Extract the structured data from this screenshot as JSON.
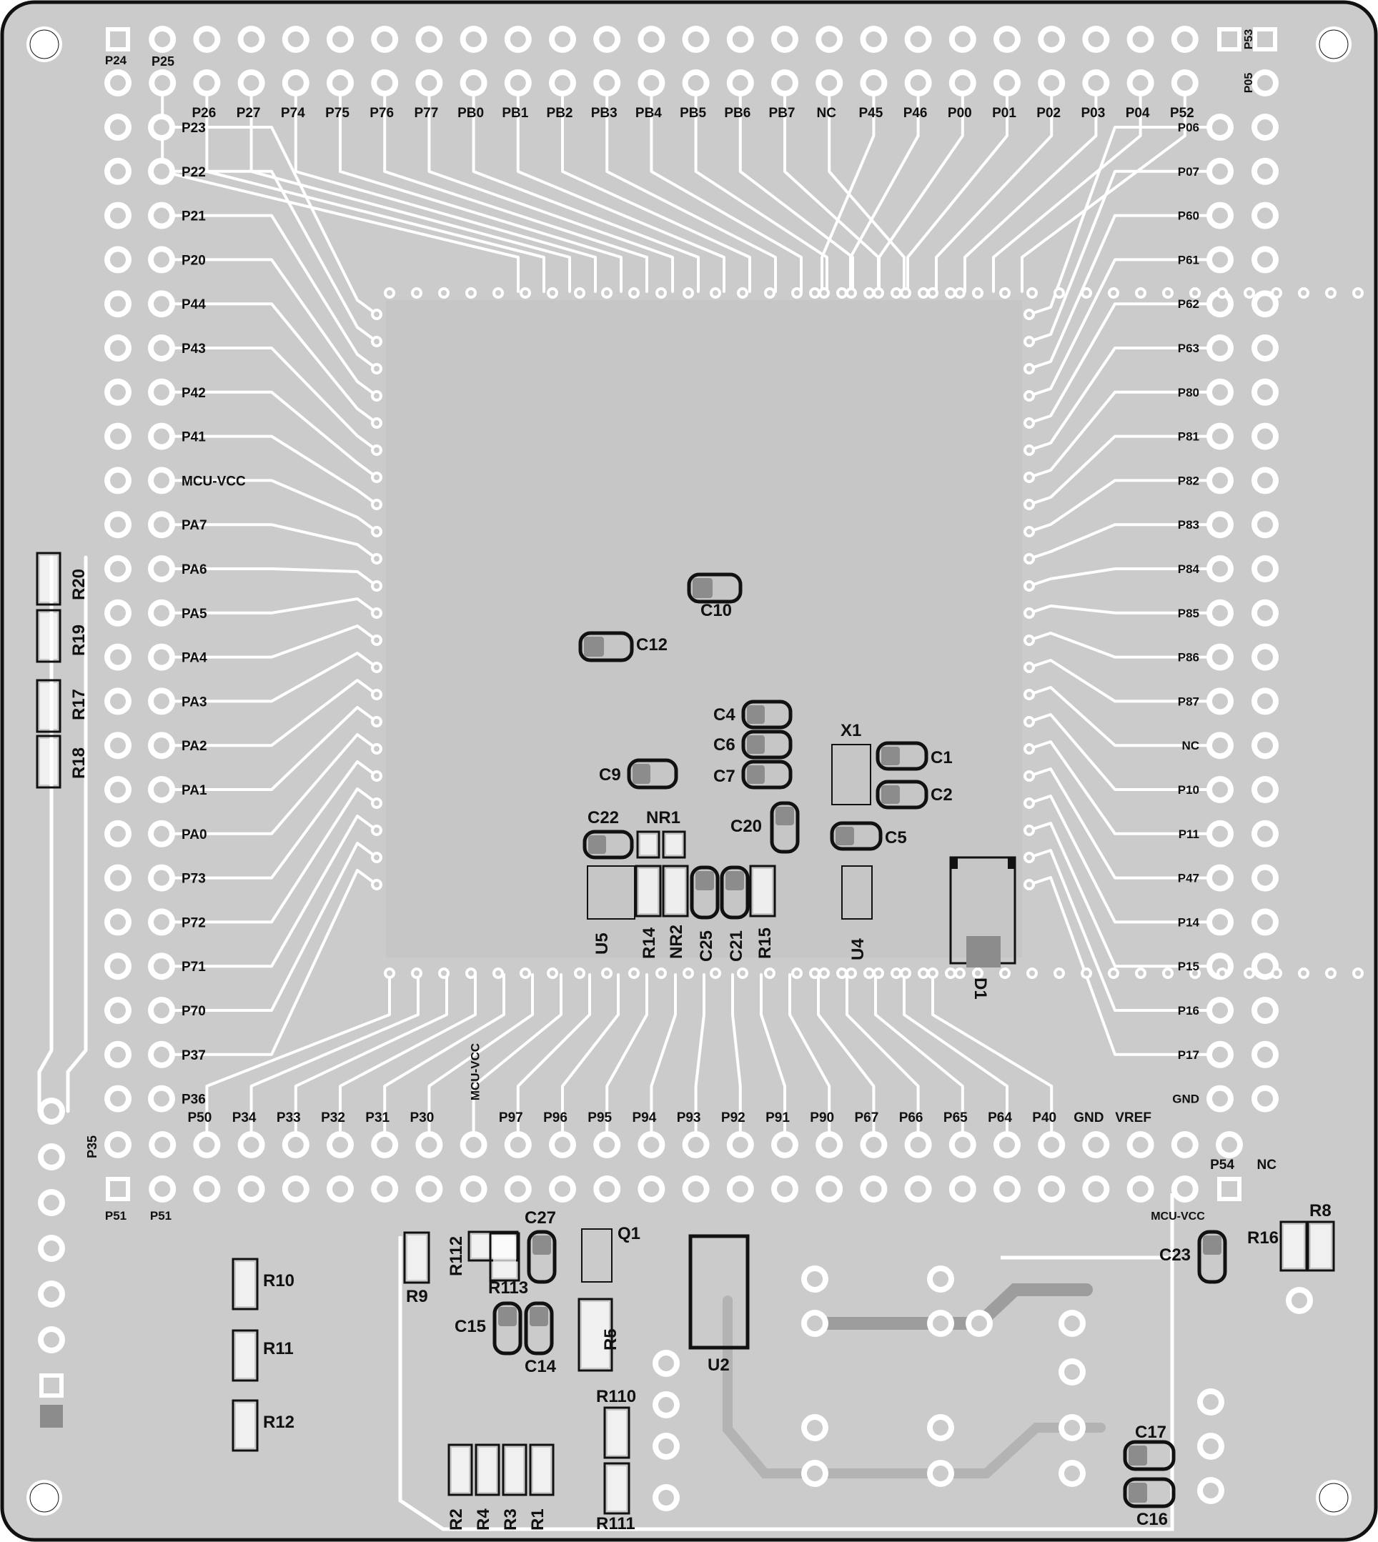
{
  "colors": {
    "board": "#cbcbcb",
    "trace": "#ffffff",
    "pad": "#ffffff",
    "hole": "#cbcbcb",
    "outline": "#111111",
    "shade": "#8c8c8c"
  },
  "header_top": {
    "labels": [
      "P24",
      "P25",
      "P26",
      "P27",
      "P74",
      "P75",
      "P76",
      "P77",
      "PB0",
      "PB1",
      "PB2",
      "PB3",
      "PB4",
      "PB5",
      "PB6",
      "PB7",
      "NC",
      "P45",
      "P46",
      "P00",
      "P01",
      "P02",
      "P03",
      "P04",
      "P52",
      "P53",
      "P05"
    ]
  },
  "header_left": {
    "labels": [
      "P23",
      "P22",
      "P21",
      "P20",
      "P44",
      "P43",
      "P42",
      "P41",
      "MCU-VCC",
      "PA7",
      "PA6",
      "PA5",
      "PA4",
      "PA3",
      "PA2",
      "PA1",
      "PA0",
      "P73",
      "P72",
      "P71",
      "P70",
      "P37",
      "P36",
      "P35"
    ]
  },
  "header_right": {
    "labels": [
      "P06",
      "P07",
      "P60",
      "P61",
      "P62",
      "P63",
      "P80",
      "P81",
      "P82",
      "P83",
      "P84",
      "P85",
      "P86",
      "P87",
      "NC",
      "P10",
      "P11",
      "P47",
      "P14",
      "P15",
      "P16",
      "P17",
      "GND"
    ]
  },
  "header_bottom": {
    "labels": [
      "P50",
      "P34",
      "P33",
      "P32",
      "P31",
      "P30",
      "MCU-VCC",
      "P97",
      "P96",
      "P95",
      "P94",
      "P93",
      "P92",
      "P91",
      "P90",
      "P67",
      "P66",
      "P65",
      "P64",
      "P40",
      "GND",
      "VREF",
      "P54",
      "NC"
    ],
    "lower_labels": [
      "P51",
      "P51",
      "MCU-VCC"
    ]
  },
  "components": {
    "resistors": [
      "R20",
      "R19",
      "R17",
      "R18",
      "R10",
      "R11",
      "R12",
      "R9",
      "R112",
      "R113",
      "R5",
      "R110",
      "R111",
      "R2",
      "R4",
      "R3",
      "R1",
      "R14",
      "R15",
      "R16",
      "R8"
    ],
    "capacitors": [
      "C10",
      "C12",
      "C4",
      "C6",
      "C7",
      "C9",
      "C1",
      "C2",
      "C20",
      "C5",
      "C22",
      "C25",
      "C21",
      "C27",
      "C15",
      "C14",
      "C23",
      "C17",
      "C16"
    ],
    "others": [
      "X1",
      "NR1",
      "NR2",
      "U5",
      "U4",
      "D1",
      "Q1",
      "U2"
    ]
  }
}
